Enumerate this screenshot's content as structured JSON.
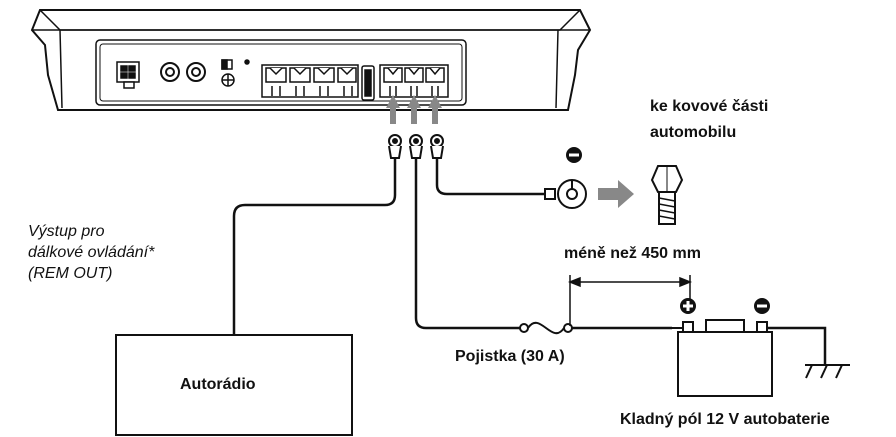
{
  "labels": {
    "ground_target_line1": "ke kovové části",
    "ground_target_line2": "automobilu",
    "remote_out_line1": "Výstup pro",
    "remote_out_line2": "dálkové ovládání*",
    "remote_out_line3": "(REM OUT)",
    "distance": "méně než 450 mm",
    "fuse": "Pojistka (30 A)",
    "car_radio": "Autorádio",
    "battery_positive": "Kladný pól 12 V autobaterie"
  },
  "symbols": {
    "minus_top": "negative-terminal-icon",
    "plus_battery": "positive-terminal-icon",
    "minus_battery": "negative-terminal-icon"
  }
}
